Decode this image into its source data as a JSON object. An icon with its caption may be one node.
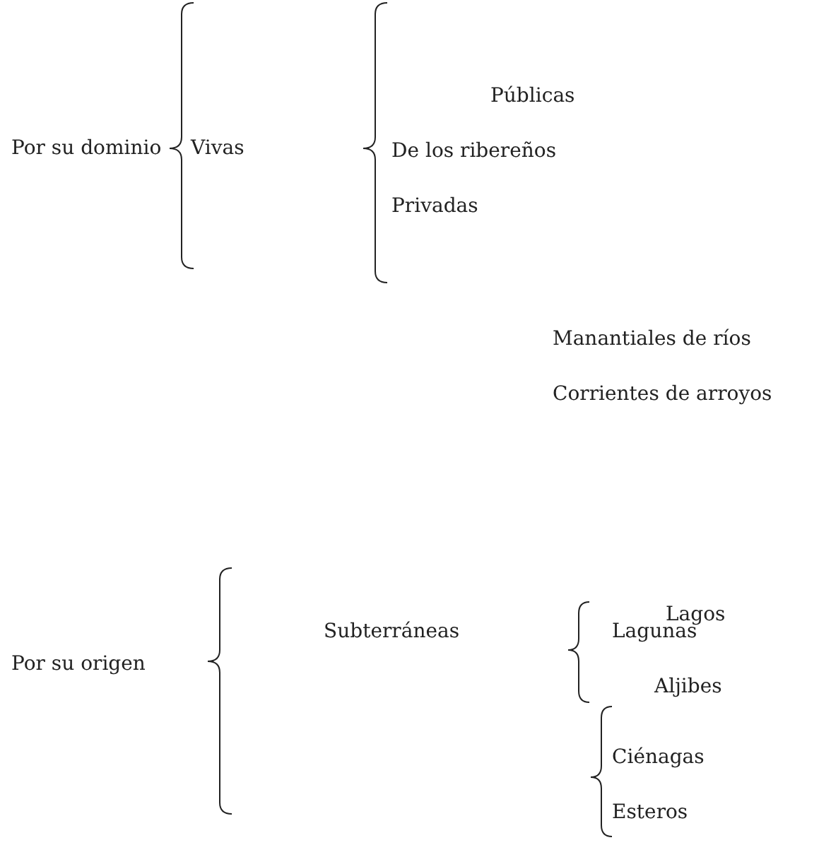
{
  "diagram": {
    "labels": [
      "Por su dominio",
      "Vivas",
      "Públicas",
      "De los ribereños",
      "Privadas",
      "Manantiales de ríos",
      "Corrientes de arroyos",
      "Lagos",
      "Subterráneas",
      "Lagunas",
      "Aljibes",
      "Por su origen",
      "Ciénagas",
      "Esteros"
    ]
  }
}
